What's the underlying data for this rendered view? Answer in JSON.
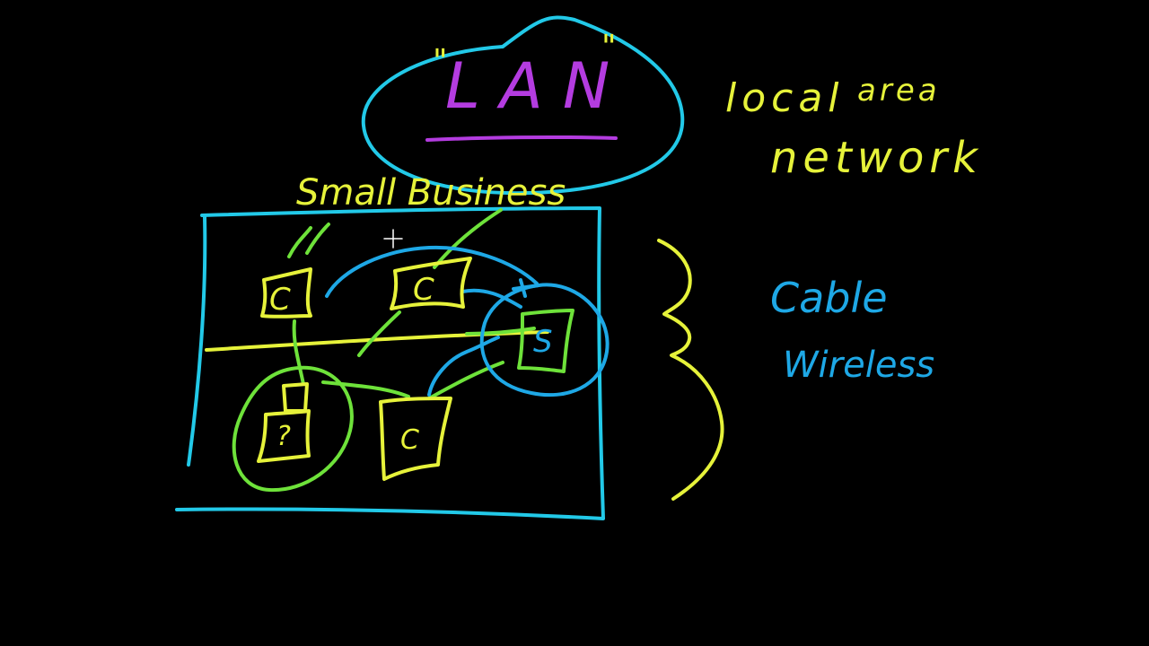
{
  "colors": {
    "background": "#000000",
    "cyan": "#22c9e8",
    "blue": "#1ea8e6",
    "yellow": "#e6f23a",
    "green": "#6ee23a",
    "purple": "#b43ce0"
  },
  "title": {
    "quote_open": "\"",
    "text": "LAN",
    "quote_close": "\""
  },
  "expansion": {
    "line1_word1": "local",
    "line1_word2": "area",
    "line2": "network"
  },
  "room_label": "Small Business",
  "connection_types": [
    "Cable",
    "Wireless"
  ],
  "nodes": {
    "computer_top_left": "C",
    "computer_top_middle": "C",
    "server": "S",
    "unknown_device": "?",
    "computer_bottom": "C"
  },
  "cursor_icon": "crosshair-cursor-icon"
}
